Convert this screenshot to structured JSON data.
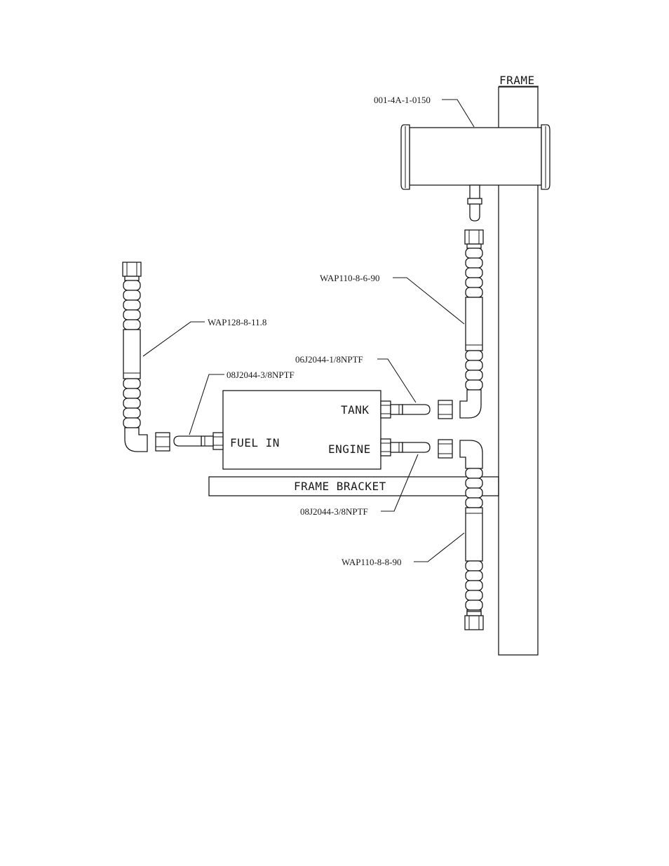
{
  "labels": {
    "frame": "FRAME",
    "frame_bracket": "FRAME BRACKET",
    "fuel_in": "FUEL IN",
    "tank": "TANK",
    "engine": "ENGINE"
  },
  "callouts": {
    "filter_head": "001-4A-1-0150",
    "hose_tank_side": "WAP110-8-6-90",
    "hose_inlet": "WAP128-8-11.8",
    "fitting_tank": "06J2044-1/8NPTF",
    "fitting_fuel_in": "08J2044-3/8NPTF",
    "fitting_engine": "08J2044-3/8NPTF",
    "hose_engine_side": "WAP110-8-8-90"
  }
}
